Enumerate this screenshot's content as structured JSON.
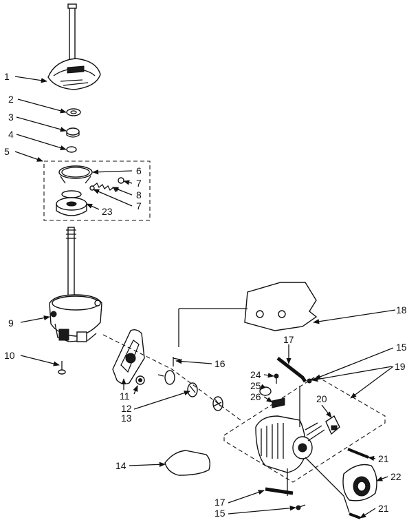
{
  "labels": {
    "l1": "1",
    "l2": "2",
    "l3": "3",
    "l4": "4",
    "l5": "5",
    "l6": "6",
    "l7a": "7",
    "l8": "8",
    "l7b": "7",
    "l23": "23",
    "l9": "9",
    "l10": "10",
    "l11": "11",
    "l12": "12",
    "l13": "13",
    "l14": "14",
    "l16": "16",
    "l17a": "17",
    "l15a": "15",
    "l18": "18",
    "l19": "19",
    "l20": "20",
    "l24": "24",
    "l25": "25",
    "l26": "26",
    "l21a": "21",
    "l22": "22",
    "l21b": "21",
    "l17b": "17",
    "l15b": "15"
  },
  "colors": {
    "ink": "#111111",
    "background": "#ffffff"
  }
}
